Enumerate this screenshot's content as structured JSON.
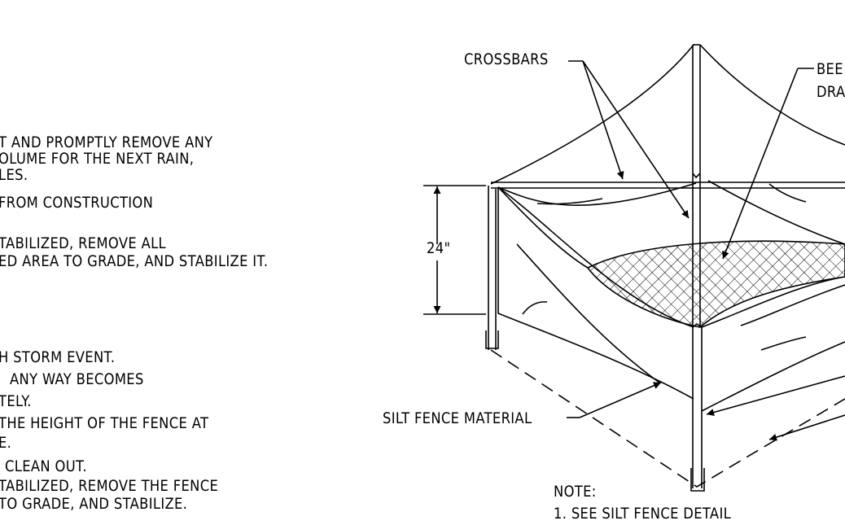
{
  "maintenance_notes": {
    "group_a": [
      "T AND PROMPTLY REMOVE ANY",
      "OLUME FOR THE NEXT RAIN,",
      "LES.",
      "FROM CONSTRUCTION",
      "TABILIZED, REMOVE ALL",
      "ED AREA TO GRADE, AND STABILIZE IT."
    ],
    "group_b": [
      "H STORM EVENT.",
      "ANY WAY BECOMES",
      "TELY.",
      "THE HEIGHT OF THE FENCE AT",
      "E.",
      "CLEAN OUT.",
      "TABILIZED, REMOVE THE FENCE",
      "TO GRADE, AND STABILIZE."
    ]
  },
  "detail": {
    "crossbars_label": "CROSSBARS",
    "beehive_label_line1": "BEE",
    "beehive_label_line2": "DRA",
    "height_dim": "24\"",
    "silt_fence_label": "SILT FENCE MATERIAL",
    "note_title": "NOTE:",
    "note_item": "1. SEE SILT FENCE DETAIL"
  }
}
